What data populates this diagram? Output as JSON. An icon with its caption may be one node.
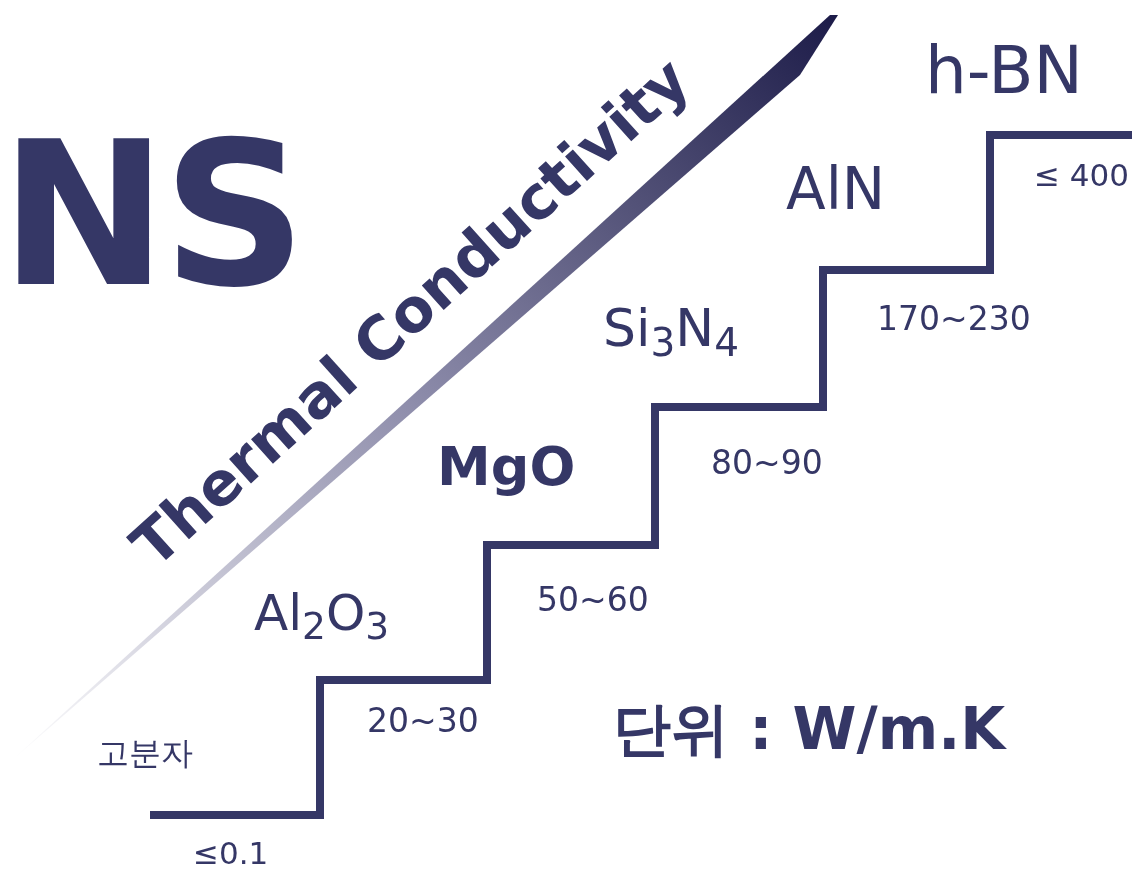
{
  "diagram": {
    "labels": [
      "NS",
      "Thermal Conductivity",
      "h-BN",
      "≤ 400",
      "AlN",
      "170~230",
      "Si$_{3}$N$_{4}$",
      "80~90",
      "MgO",
      "50~60",
      "Al$_{2}$O$_{3}$",
      "20~30",
      "고분자",
      "≤0.1",
      "단위 : W/m.K"
    ]
  }
}
